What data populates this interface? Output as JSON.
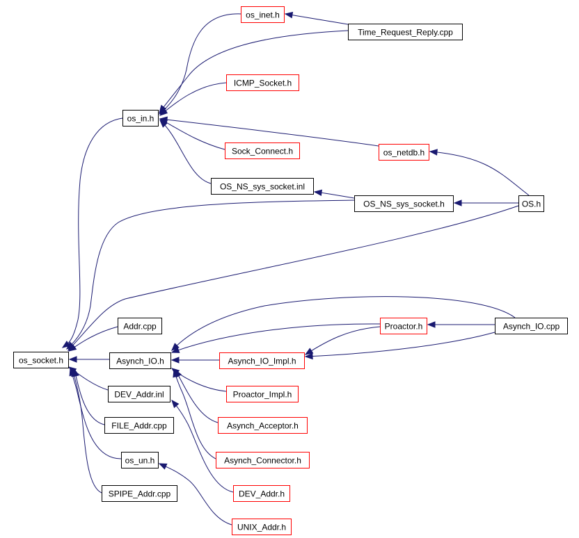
{
  "colors": {
    "edge": "#191970",
    "root_fill": "#000000",
    "root_text": "#ffffff",
    "node_border_documented": "#000000",
    "node_border_undocumented": "#ff0000",
    "background": "#ffffff"
  },
  "nodes": [
    {
      "id": "os_socket",
      "label": "os_socket.h",
      "kind": "root"
    },
    {
      "id": "os_inet",
      "label": "os_inet.h",
      "kind": "red"
    },
    {
      "id": "time_rr",
      "label": "Time_Request_Reply.cpp",
      "kind": "black"
    },
    {
      "id": "icmp",
      "label": "ICMP_Socket.h",
      "kind": "red"
    },
    {
      "id": "os_in",
      "label": "os_in.h",
      "kind": "black"
    },
    {
      "id": "sock_connect",
      "label": "Sock_Connect.h",
      "kind": "red"
    },
    {
      "id": "os_netdb",
      "label": "os_netdb.h",
      "kind": "red"
    },
    {
      "id": "ns_inl",
      "label": "OS_NS_sys_socket.inl",
      "kind": "black"
    },
    {
      "id": "ns_h",
      "label": "OS_NS_sys_socket.h",
      "kind": "black"
    },
    {
      "id": "os_h",
      "label": "OS.h",
      "kind": "black"
    },
    {
      "id": "addr_cpp",
      "label": "Addr.cpp",
      "kind": "black"
    },
    {
      "id": "asynch_io_cpp",
      "label": "Asynch_IO.cpp",
      "kind": "black"
    },
    {
      "id": "proactor",
      "label": "Proactor.h",
      "kind": "red"
    },
    {
      "id": "asynch_io_h",
      "label": "Asynch_IO.h",
      "kind": "black"
    },
    {
      "id": "asynch_io_impl",
      "label": "Asynch_IO_Impl.h",
      "kind": "red"
    },
    {
      "id": "dev_addr_inl",
      "label": "DEV_Addr.inl",
      "kind": "black"
    },
    {
      "id": "proactor_impl",
      "label": "Proactor_Impl.h",
      "kind": "red"
    },
    {
      "id": "file_addr",
      "label": "FILE_Addr.cpp",
      "kind": "black"
    },
    {
      "id": "asynch_acceptor",
      "label": "Asynch_Acceptor.h",
      "kind": "red"
    },
    {
      "id": "os_un",
      "label": "os_un.h",
      "kind": "black"
    },
    {
      "id": "asynch_connector",
      "label": "Asynch_Connector.h",
      "kind": "red"
    },
    {
      "id": "spipe_addr",
      "label": "SPIPE_Addr.cpp",
      "kind": "black"
    },
    {
      "id": "dev_addr_h",
      "label": "DEV_Addr.h",
      "kind": "red"
    },
    {
      "id": "unix_addr",
      "label": "UNIX_Addr.h",
      "kind": "red"
    }
  ],
  "edges": [
    {
      "from": "time_rr",
      "to": "os_inet"
    },
    {
      "from": "time_rr",
      "to": "os_in"
    },
    {
      "from": "os_inet",
      "to": "os_in"
    },
    {
      "from": "icmp",
      "to": "os_in"
    },
    {
      "from": "sock_connect",
      "to": "os_in"
    },
    {
      "from": "os_netdb",
      "to": "os_in"
    },
    {
      "from": "ns_inl",
      "to": "os_in"
    },
    {
      "from": "os_h",
      "to": "os_netdb"
    },
    {
      "from": "ns_h",
      "to": "ns_inl"
    },
    {
      "from": "os_h",
      "to": "ns_h"
    },
    {
      "from": "os_in",
      "to": "os_socket"
    },
    {
      "from": "ns_h",
      "to": "os_socket"
    },
    {
      "from": "os_h",
      "to": "os_socket"
    },
    {
      "from": "addr_cpp",
      "to": "os_socket"
    },
    {
      "from": "asynch_io_h",
      "to": "os_socket"
    },
    {
      "from": "dev_addr_inl",
      "to": "os_socket"
    },
    {
      "from": "file_addr",
      "to": "os_socket"
    },
    {
      "from": "os_un",
      "to": "os_socket"
    },
    {
      "from": "spipe_addr",
      "to": "os_socket"
    },
    {
      "from": "asynch_io_cpp",
      "to": "proactor"
    },
    {
      "from": "asynch_io_cpp",
      "to": "asynch_io_impl"
    },
    {
      "from": "asynch_io_cpp",
      "to": "asynch_io_h"
    },
    {
      "from": "proactor",
      "to": "asynch_io_impl"
    },
    {
      "from": "proactor",
      "to": "asynch_io_h"
    },
    {
      "from": "asynch_io_impl",
      "to": "asynch_io_h"
    },
    {
      "from": "proactor_impl",
      "to": "asynch_io_h"
    },
    {
      "from": "asynch_acceptor",
      "to": "asynch_io_h"
    },
    {
      "from": "asynch_connector",
      "to": "asynch_io_h"
    },
    {
      "from": "dev_addr_h",
      "to": "dev_addr_inl"
    },
    {
      "from": "unix_addr",
      "to": "os_un"
    }
  ]
}
